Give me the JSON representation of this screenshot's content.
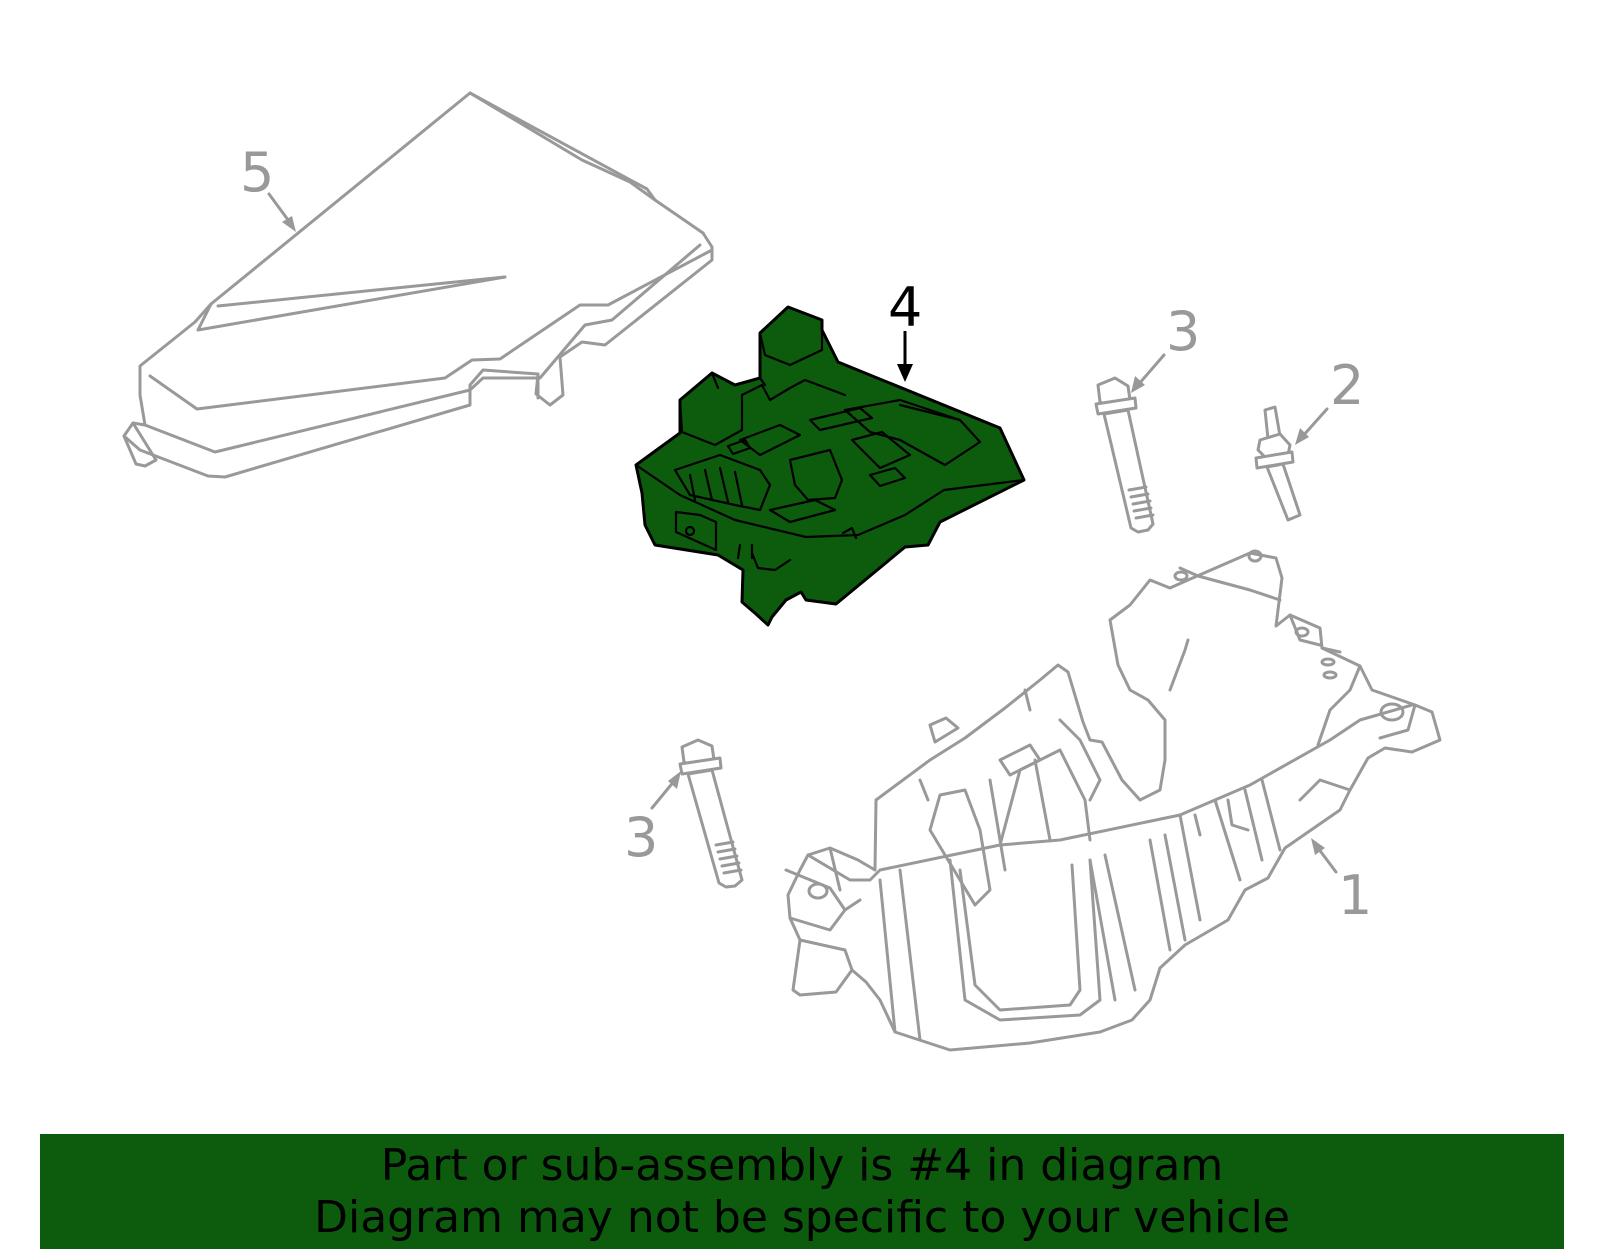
{
  "callouts": [
    {
      "id": "5",
      "label": "5"
    },
    {
      "id": "4",
      "label": "4"
    },
    {
      "id": "3a",
      "label": "3"
    },
    {
      "id": "2",
      "label": "2"
    },
    {
      "id": "3b",
      "label": "3"
    },
    {
      "id": "1",
      "label": "1"
    }
  ],
  "highlight_part": "4",
  "colors": {
    "highlight": "#0d5c0d",
    "line_art": "#999999",
    "banner": "#0d5c0d",
    "banner_text": "#000000"
  },
  "banner": {
    "line1": "Part or sub-assembly is #4 in diagram",
    "line2": "Diagram may not be specific to your vehicle"
  }
}
